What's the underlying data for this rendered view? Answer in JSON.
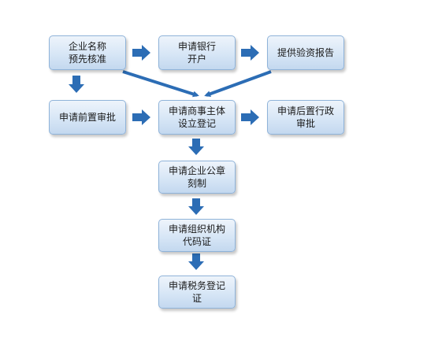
{
  "flowchart": {
    "steps": {
      "name_pre_approval": "企业名称\n预先核准",
      "bank_account": "申请银行\n开户",
      "capital_verification": "提供验资报告",
      "pre_approval": "申请前置审批",
      "registration": "申请商事主体\n设立登记",
      "post_approval": "申请后置行政\n审批",
      "company_seal": "申请企业公章\n刻制",
      "org_code": "申请组织机构\n代码证",
      "tax_registration": "申请税务登记\n证"
    },
    "colors": {
      "box_fill": "#d7e6f6",
      "box_border": "#8fb3d9",
      "arrow": "#2c6db5"
    }
  }
}
